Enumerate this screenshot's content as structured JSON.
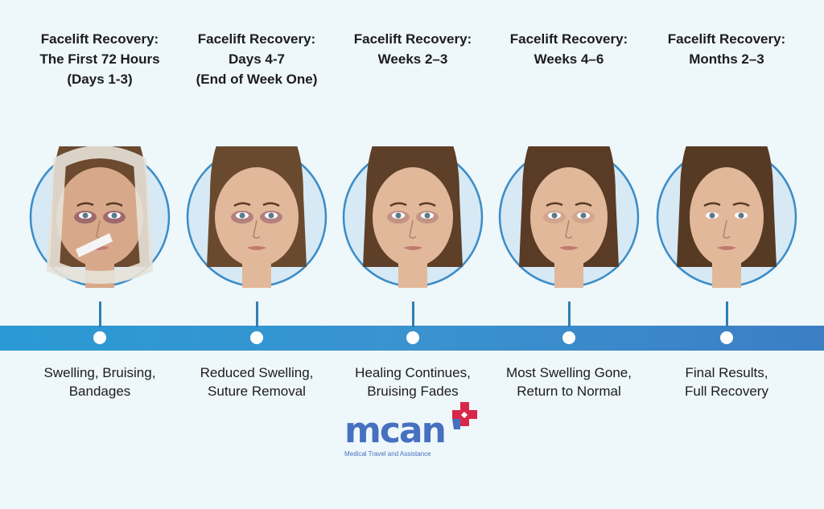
{
  "stages": [
    {
      "title": [
        "Facelift Recovery:",
        "The First 72 Hours",
        "(Days 1-3)"
      ],
      "caption": [
        "Swelling, Bruising,",
        "Bandages"
      ],
      "level": 0
    },
    {
      "title": [
        "Facelift Recovery:",
        "Days 4-7",
        "(End of Week One)"
      ],
      "caption": [
        "Reduced Swelling,",
        "Suture Removal"
      ],
      "level": 1
    },
    {
      "title": [
        "Facelift Recovery:",
        "Weeks 2–3"
      ],
      "caption": [
        "Healing Continues,",
        "Bruising Fades"
      ],
      "level": 2
    },
    {
      "title": [
        "Facelift Recovery:",
        "Weeks 4–6"
      ],
      "caption": [
        "Most Swelling Gone,",
        "Return to Normal"
      ],
      "level": 3
    },
    {
      "title": [
        "Facelift Recovery:",
        "Months 2–3"
      ],
      "caption": [
        "Final Results,",
        "Full Recovery"
      ],
      "level": 4
    }
  ],
  "logo": {
    "word": "mcan",
    "subtitle": "Medical Travel and Assistance",
    "primary": "#4670c0",
    "accent": "#d8284a"
  },
  "colors": {
    "timeline": "#3a93cf",
    "circle_border": "#3a8cc8"
  }
}
